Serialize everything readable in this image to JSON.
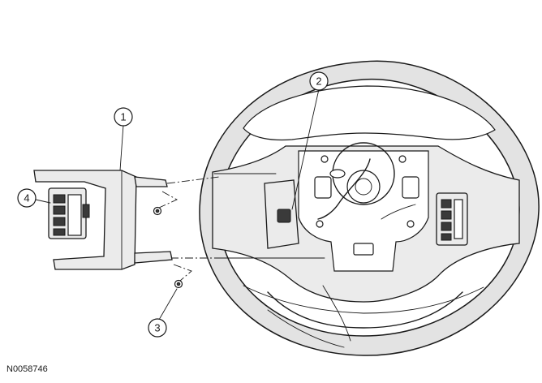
{
  "figure_id": "N0058746",
  "callouts": [
    {
      "label": "1"
    },
    {
      "label": "2"
    },
    {
      "label": "3"
    },
    {
      "label": "4"
    }
  ]
}
